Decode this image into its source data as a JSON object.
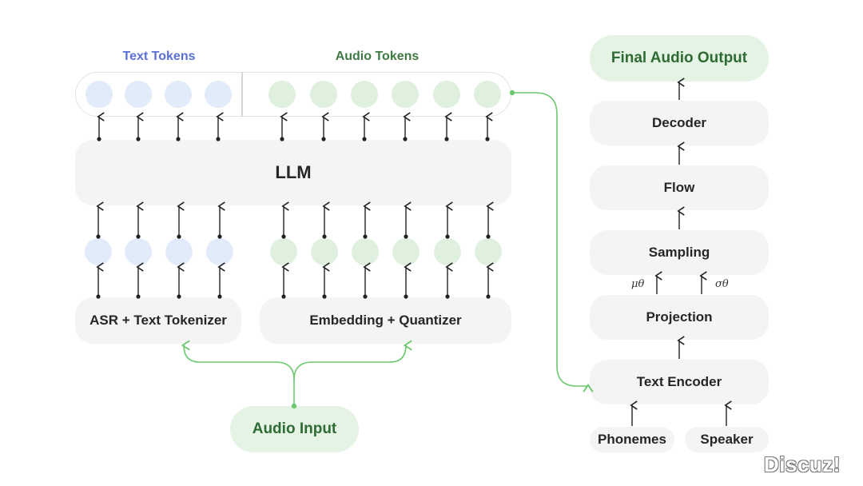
{
  "labels": {
    "text_tokens": "Text Tokens",
    "audio_tokens": "Audio Tokens"
  },
  "left": {
    "llm": "LLM",
    "asr_tokenizer": "ASR + Text Tokenizer",
    "embedding_quantizer": "Embedding + Quantizer",
    "audio_input": "Audio Input"
  },
  "right": {
    "final_output": "Final Audio Output",
    "decoder": "Decoder",
    "flow": "Flow",
    "sampling": "Sampling",
    "projection": "Projection",
    "text_encoder": "Text Encoder",
    "phonemes": "Phonemes",
    "speaker": "Speaker",
    "mu": "μθ",
    "sigma": "σθ"
  },
  "tokens": {
    "text_count": 4,
    "audio_count": 6
  },
  "colors": {
    "text_token": "#e2ebfa",
    "audio_token": "#dff0df",
    "connector": "#6cc96f",
    "box": "#f4f4f4",
    "green_box": "#e4f3e4"
  },
  "watermark": "Discuz!"
}
